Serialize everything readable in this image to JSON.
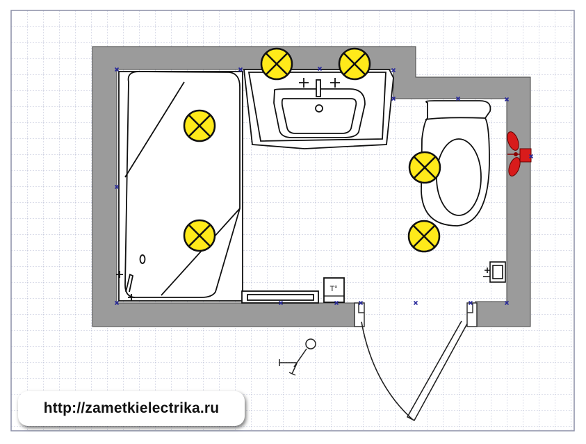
{
  "diagram": {
    "type": "bathroom-floor-plan",
    "thermostat_label": "T°",
    "fixtures": [
      "bathtub",
      "sink",
      "toilet",
      "door",
      "towel-rail",
      "thermostat",
      "heater"
    ],
    "lights_count": 6,
    "colors": {
      "wall": "#9b9b9b",
      "light_fill": "#ffea1a",
      "heater": "#d81b1b",
      "grid": "#b9bdd4",
      "marker": "#27289a"
    }
  },
  "watermark": {
    "url": "http://zametkielectrika.ru"
  }
}
